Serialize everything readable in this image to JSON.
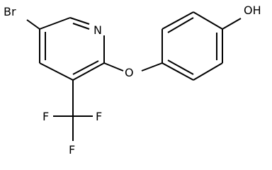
{
  "atoms": {
    "bromine": "Br",
    "nitrogen": "N",
    "oxygen_ether": "O",
    "hydroxyl": "OH",
    "fluorine_1": "F",
    "fluorine_2": "F",
    "fluorine_3": "F"
  },
  "colors": {
    "bond": "#000000",
    "text": "#000000",
    "background": "#ffffff"
  }
}
